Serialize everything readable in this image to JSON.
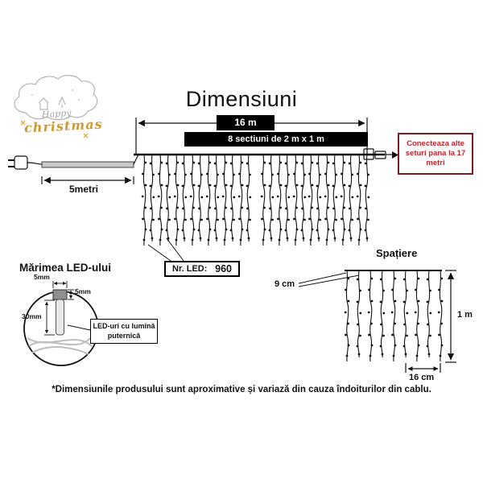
{
  "title": "Dimensiuni",
  "logo": {
    "line1": "Happy",
    "line2": "christmas"
  },
  "dimensions": {
    "total_width": "16 m",
    "sections": "8 sectiuni de 2 m x 1 m",
    "lead_length": "5metri",
    "connect_note": "Conecteaza alte seturi pana la 17 metri"
  },
  "led_count": {
    "label": "Nr. LED:",
    "value": "960"
  },
  "spacing": {
    "heading": "Spațiere",
    "horizontal_gap": "9 cm",
    "drop_height": "1 m",
    "bottom_gap": "16 cm"
  },
  "led_size": {
    "heading": "Mărimea LED-ului",
    "width_top": "5mm",
    "width_side": "5mm",
    "height": "30mm",
    "label": "LED-uri cu lumină puternică"
  },
  "footnote": "*Dimensiunile produsului sunt aproximative și variază din cauza îndoiturilor din cablu.",
  "colors": {
    "accent_red": "#c42430",
    "box_border_red": "#7d1d22",
    "logo_gold": "#cf9a30",
    "logo_gray": "#a5a5a5"
  }
}
